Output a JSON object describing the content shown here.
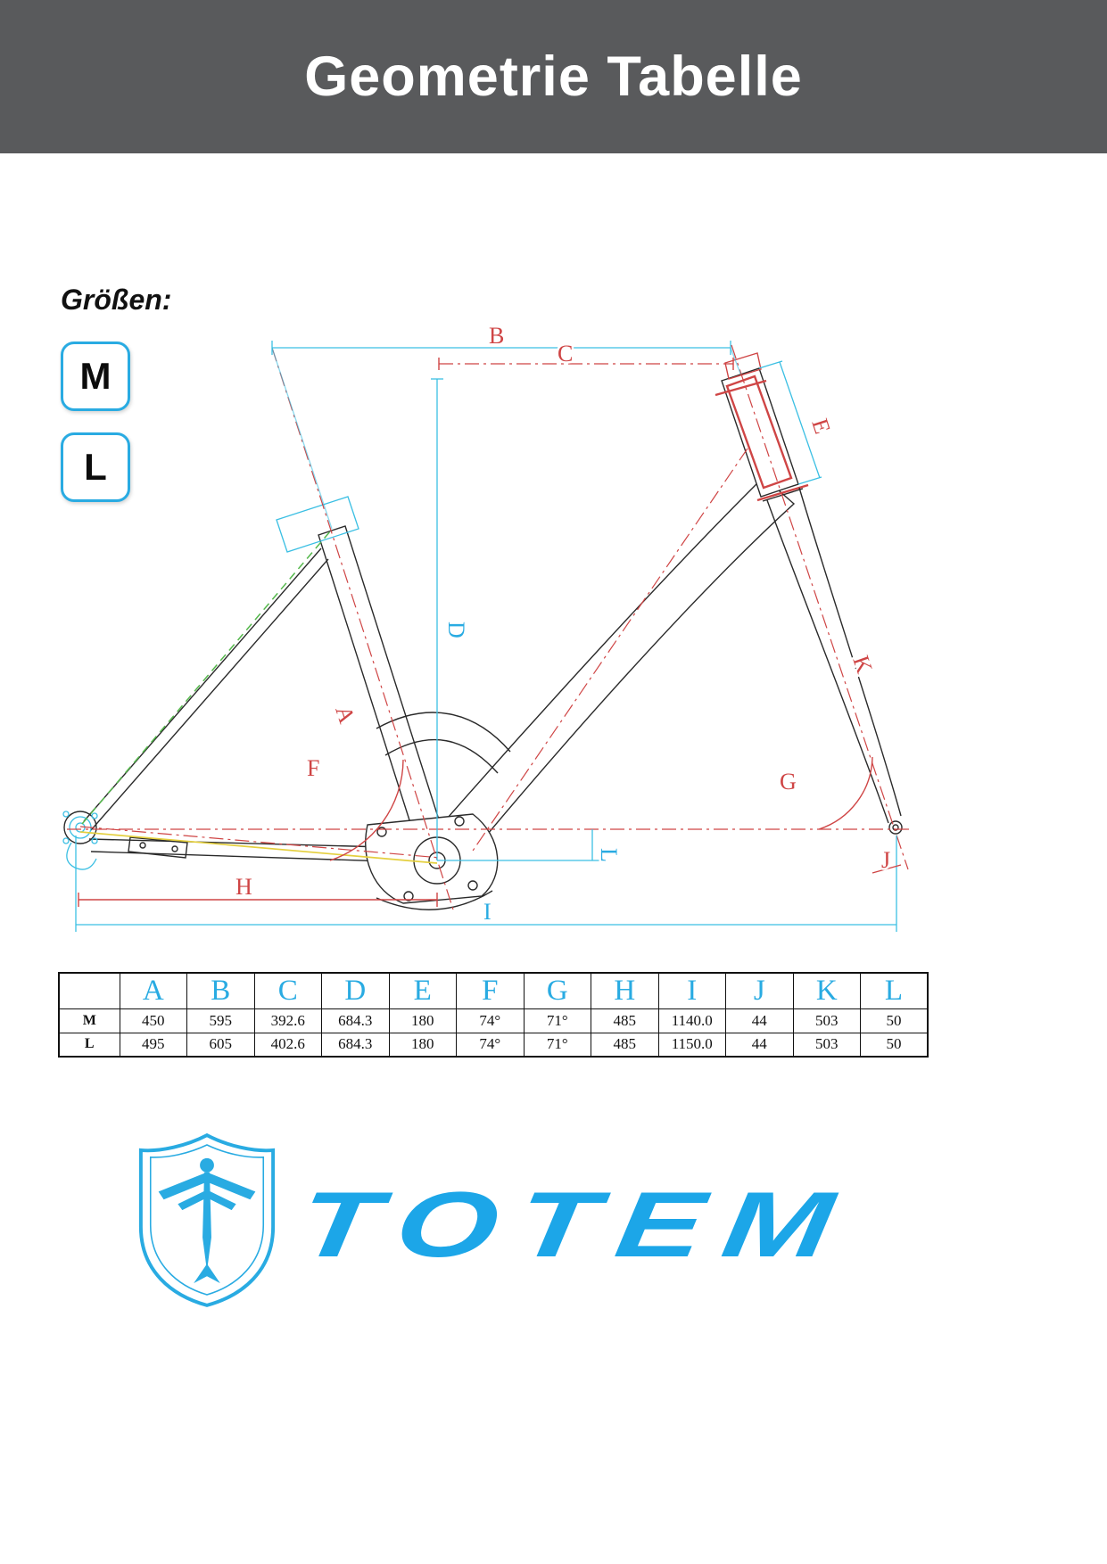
{
  "header": {
    "title": "Geometrie Tabelle"
  },
  "sizes": {
    "label": "Größen:",
    "badges": [
      "M",
      "L"
    ]
  },
  "diagram": {
    "labels": {
      "A": "A",
      "B": "B",
      "C": "C",
      "D": "D",
      "E": "E",
      "F": "F",
      "G": "G",
      "H": "H",
      "I": "I",
      "J": "J",
      "K": "K",
      "L": "L"
    }
  },
  "chart_data": {
    "type": "table",
    "title": "Geometrie Tabelle",
    "columns": [
      "A",
      "B",
      "C",
      "D",
      "E",
      "F",
      "G",
      "H",
      "I",
      "J",
      "K",
      "L"
    ],
    "rows": [
      {
        "label": "M",
        "values": [
          "450",
          "595",
          "392.6",
          "684.3",
          "180",
          "74°",
          "71°",
          "485",
          "1140.0",
          "44",
          "503",
          "50"
        ]
      },
      {
        "label": "L",
        "values": [
          "495",
          "605",
          "402.6",
          "684.3",
          "180",
          "74°",
          "71°",
          "485",
          "1150.0",
          "44",
          "503",
          "50"
        ]
      }
    ]
  },
  "table": {
    "corner": "",
    "columns": [
      "A",
      "B",
      "C",
      "D",
      "E",
      "F",
      "G",
      "H",
      "I",
      "J",
      "K",
      "L"
    ],
    "rows": [
      {
        "label": "M",
        "values": [
          "450",
          "595",
          "392.6",
          "684.3",
          "180",
          "74°",
          "71°",
          "485",
          "1140.0",
          "44",
          "503",
          "50"
        ]
      },
      {
        "label": "L",
        "values": [
          "495",
          "605",
          "402.6",
          "684.3",
          "180",
          "74°",
          "71°",
          "485",
          "1150.0",
          "44",
          "503",
          "50"
        ]
      }
    ]
  },
  "brand": {
    "name": "TOTEM"
  },
  "colors": {
    "accent_cyan": "#29abe2",
    "dimension_red": "#cf4545",
    "header_gray": "#595a5c"
  }
}
